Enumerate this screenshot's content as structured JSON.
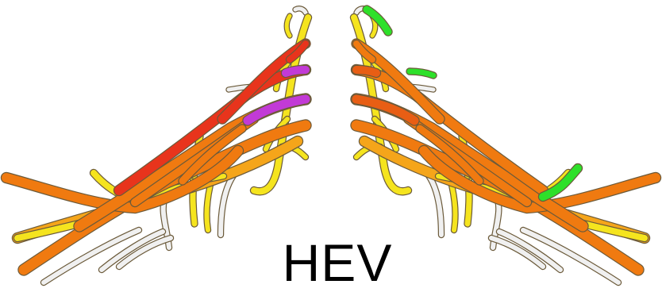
{
  "label": "HEV",
  "colors": {
    "background": "#ffffff",
    "red": "#e8341c",
    "orange": "#f07a10",
    "dark_orange": "#e85e14",
    "amber": "#f5a51a",
    "yellow": "#f5e41e",
    "purple": "#c23ad6",
    "green": "#2ee02a",
    "white": "#f0f0f0",
    "outline": "#6b5a3a"
  },
  "highlights": {
    "left": [
      "purple",
      "red"
    ],
    "right": [
      "green"
    ]
  }
}
